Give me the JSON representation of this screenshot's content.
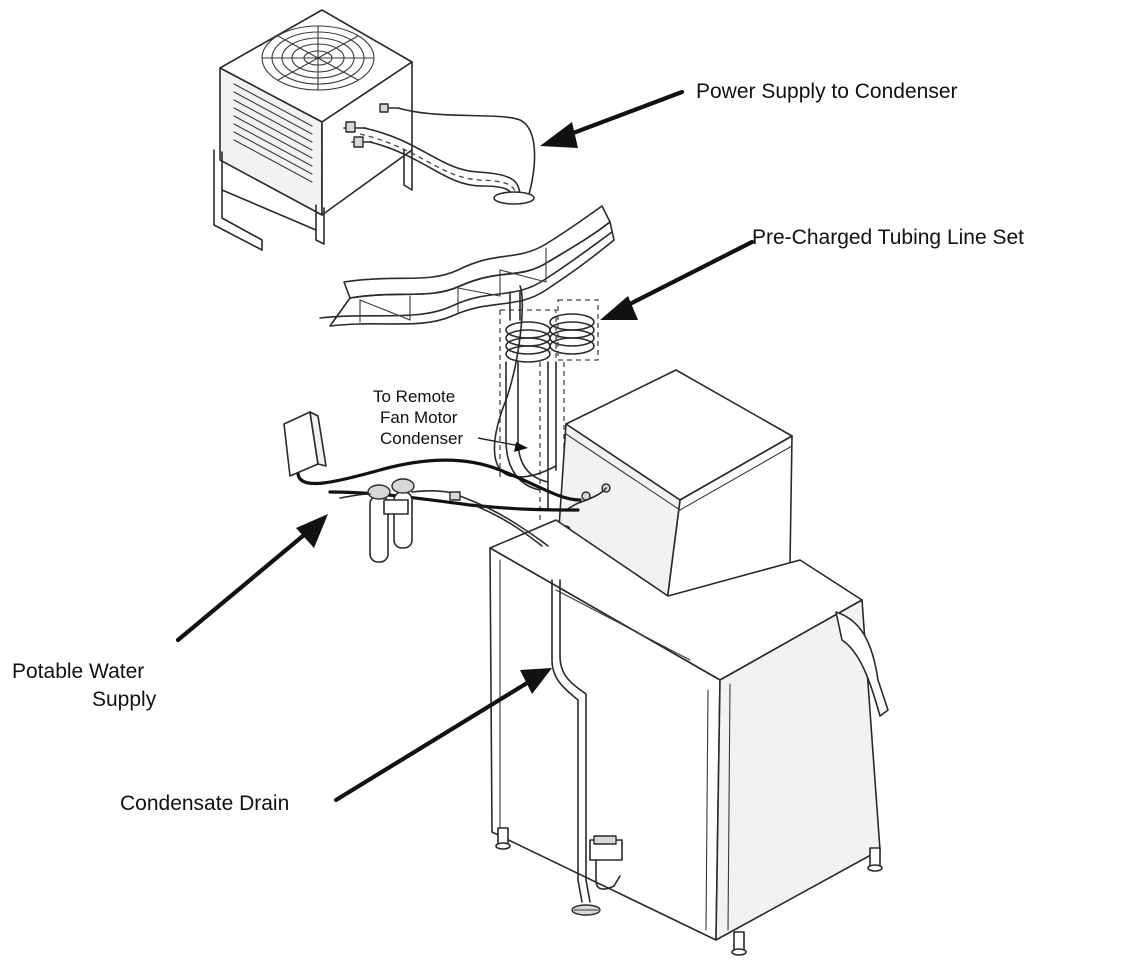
{
  "labels": {
    "power_supply": "Power Supply to Condenser",
    "tubing": "Pre-Charged Tubing Line Set",
    "remote_line1": "To Remote",
    "remote_line2": "Fan Motor",
    "remote_line3": "Condenser",
    "water_line1": "Potable Water",
    "water_line2": "Supply",
    "drain": "Condensate Drain"
  }
}
